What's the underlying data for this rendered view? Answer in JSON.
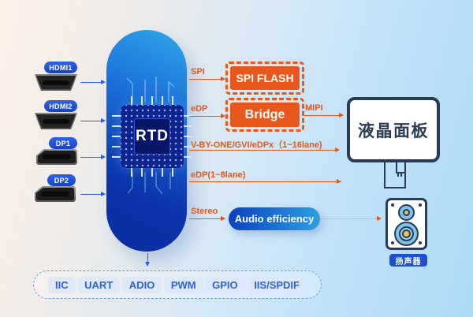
{
  "diagram": {
    "soc_label": "RTD",
    "inputs": [
      {
        "label": "HDMI1",
        "type": "hdmi"
      },
      {
        "label": "HDMI2",
        "type": "hdmi"
      },
      {
        "label": "DP1",
        "type": "dp"
      },
      {
        "label": "DP2",
        "type": "dp"
      }
    ],
    "buses": {
      "spi": "SPI",
      "edp": "eDP",
      "mipi": "MIPI",
      "vbyone": "V-BY-ONE/GVI/eDPx（1~16lane)",
      "edp_lane": "eDP(1~8lane)",
      "stereo": "Stereo"
    },
    "blocks": {
      "spi_flash": "SPI FLASH",
      "bridge": "Bridge",
      "audio": "Audio efficiency",
      "panel": "液晶面板",
      "speaker": "扬声器"
    },
    "peripherals": [
      "IIC",
      "UART",
      "ADIO",
      "PWM",
      "GPIO",
      "IIS/SPDIF"
    ],
    "colors": {
      "accent_orange": "#e8571c",
      "link_blue": "#2f5fe6",
      "soc_gradient_light": "#2fa7ea",
      "soc_gradient_dark": "#0a2da0",
      "outline_navy": "#2b3b54",
      "peripheral_text": "#2f62d8",
      "speaker_cone_yellow": "#f6c445"
    }
  }
}
